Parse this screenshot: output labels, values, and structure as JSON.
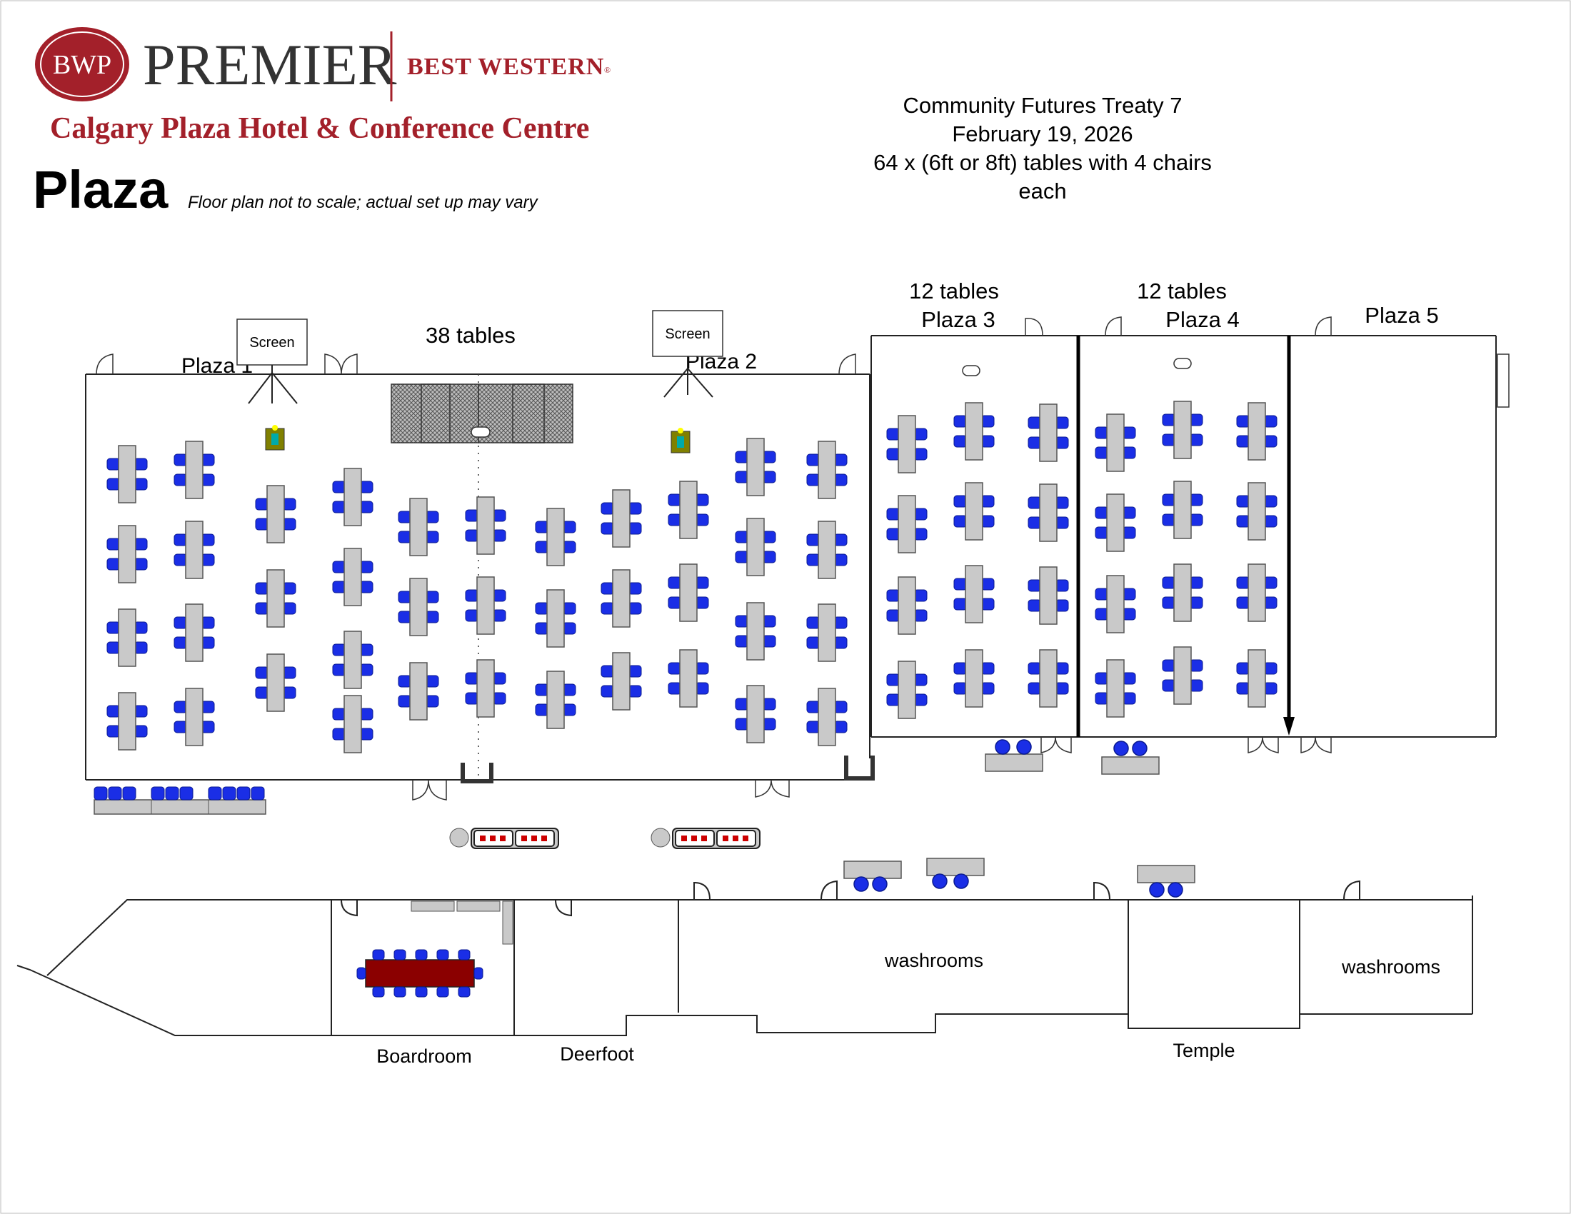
{
  "logo": {
    "badge": "BWP",
    "brand": "PREMIER",
    "sub_brand": "BEST WESTERN",
    "reg_mark": "®",
    "hotel_name": "Calgary Plaza Hotel & Conference Centre",
    "brand_color": "#a3202a"
  },
  "page": {
    "title": "Plaza",
    "disclaimer": "Floor plan not to scale; actual set up may vary"
  },
  "event": {
    "name": "Community Futures Treaty 7",
    "date": "February 19, 2026",
    "setup_line1": "64 x (6ft or 8ft) tables with 4 chairs",
    "setup_line2": "each"
  },
  "rooms": {
    "plaza1": "Plaza 1",
    "plaza2": "Plaza 2",
    "plaza3": "Plaza 3",
    "plaza4": "Plaza 4",
    "plaza5": "Plaza 5",
    "boardroom": "Boardroom",
    "deerfoot": "Deerfoot",
    "temple": "Temple",
    "washrooms_left": "washrooms",
    "washrooms_right": "washrooms"
  },
  "counts": {
    "plaza12_tables": "38 tables",
    "plaza3_tables": "12 tables",
    "plaza4_tables": "12 tables"
  },
  "screens": {
    "left": "Screen",
    "right": "Screen"
  },
  "colors": {
    "chair": "#1a2ee6",
    "table": "#c9c9c9",
    "boardroom_table": "#8b0000",
    "podium": "#808000",
    "dance_floor": "#9a9a9a"
  },
  "icons": [
    "screen-icon",
    "podium-icon",
    "stage-riser-icon",
    "door-swing-icon",
    "chair-icon",
    "table-icon"
  ]
}
